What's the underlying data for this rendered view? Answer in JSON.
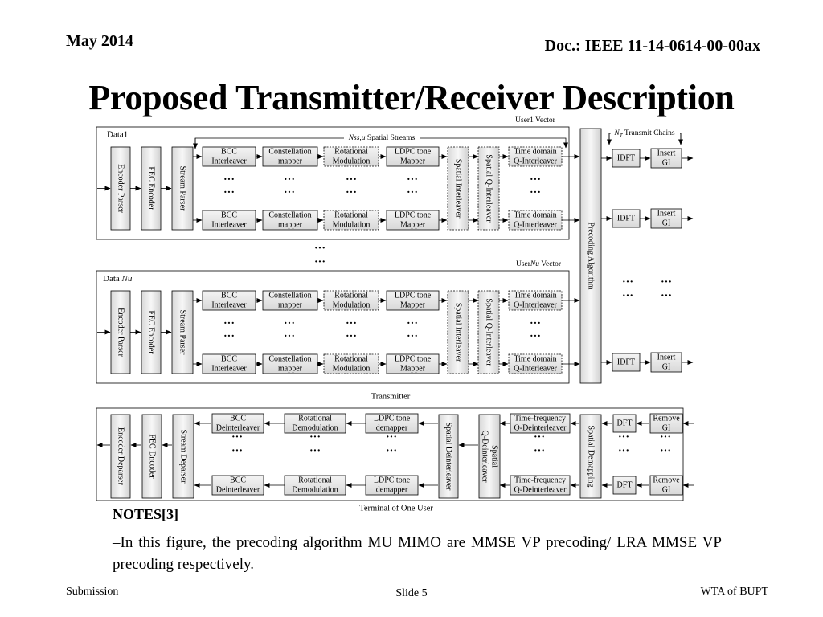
{
  "header": {
    "date": "May 2014",
    "doc": "Doc.: IEEE 11-14-0614-00-00ax"
  },
  "title": "Proposed Transmitter/Receiver Description",
  "diagram": {
    "user1_vector": "User1 Vector",
    "usernu_prefix": "User",
    "usernu_nu": "Nu",
    "usernu_suffix": " Vector",
    "nt_sym": "N",
    "nt_sub": "T",
    "transmit_chains": " Transmit Chains",
    "nss_sym": "Nss,u",
    "spatial_streams": " Spatial Streams",
    "data1": "Data1",
    "data_nu_prefix": "Data ",
    "data_nu_sym": "Nu",
    "encoder_parser": "Encoder Parser",
    "fec_encoder": "FEC Encoder",
    "stream_parser": "Stream Parser",
    "bcc": "BCC",
    "interleaver": "Interleaver",
    "constellation": "Constellation",
    "mapper": "mapper",
    "rotational": "Rotational",
    "modulation": "Modulation",
    "ldpc_tone": "LDPC tone",
    "mapper_cap": "Mapper",
    "spatial_interleaver": "Spatial Interleaver",
    "spatial_q_interleaver": "Spatial Q-Interleaver",
    "time_domain": "Time domain",
    "q_interleaver": "Q-Interleaver",
    "precoding_algorithm": "Precoding Algorithm",
    "idft": "IDFT",
    "insert": "Insert",
    "gi": "GI",
    "ellipsis": "···",
    "transmitter": "Transmitter",
    "encoder_deparser": "Encoder Deparser",
    "fec_decoder": "FEC Dncoder",
    "stream_deparser": "Stream Deparser",
    "deinterleaver": "Deinterleaver",
    "demodulation": "Demodulation",
    "demapper": "demapper",
    "spatial_deinterleaver": "Spatial Deinterleaver",
    "spatial": "Spatial",
    "q_deinterleaver": "Q-Deinterleaver",
    "time_frequency": "Time-frequency",
    "spatial_demapping": "Spatial Demapping",
    "dft": "DFT",
    "remove": "Remove",
    "terminal": "Terminal of One User"
  },
  "notes": {
    "title": "NOTES[3]",
    "body": "–In this figure, the precoding algorithm MU MIMO are MMSE VP precoding/ LRA MMSE VP precoding respectively."
  },
  "footer": {
    "left": "Submission",
    "slide_label": "Slide",
    "slide_num": "5",
    "right": "WTA of BUPT"
  }
}
